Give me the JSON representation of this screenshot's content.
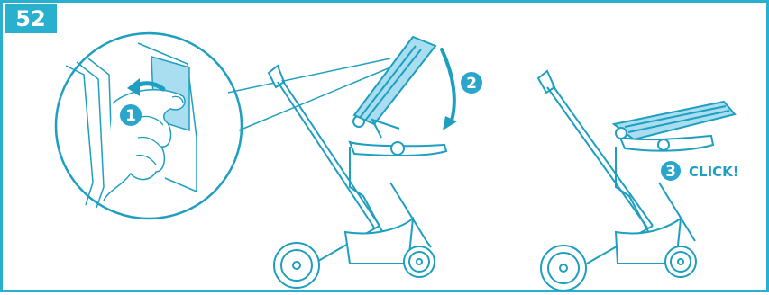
{
  "step_badge": {
    "number": "52"
  },
  "callouts": [
    {
      "number": "1"
    },
    {
      "number": "2"
    },
    {
      "number": "3",
      "text": "CLICK!"
    }
  ],
  "icons": [
    "press-button-icon",
    "rotate-arrow-icon"
  ],
  "colors": {
    "accent": "#2ab0cf",
    "line": "#1f9fc0",
    "fill": "#a9def1",
    "callout": "#2aa6cc"
  }
}
